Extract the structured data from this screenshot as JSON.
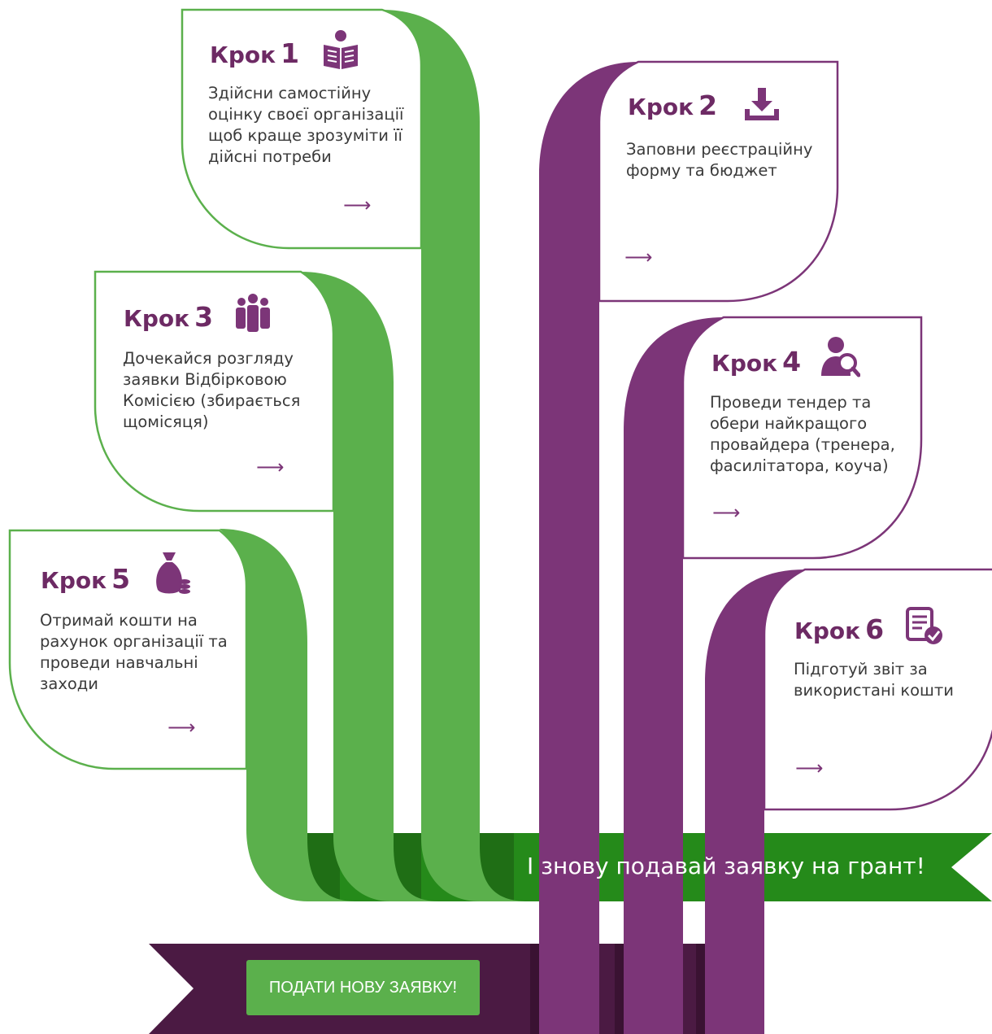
{
  "colors": {
    "green": "#5bb04c",
    "dark_green": "#2e8a1e",
    "purple": "#7c3578",
    "dark_purple": "#4b1a43",
    "title": "#6d2a64"
  },
  "steps": [
    {
      "word": "Крок",
      "number": "1",
      "icon": "book-reader-icon",
      "text": "Здійсни самостійну оцінку своєї організації щоб краще зрозуміти її дійсні потреби"
    },
    {
      "word": "Крок",
      "number": "2",
      "icon": "download-icon",
      "text": "Заповни реєстраційну форму та бюджет"
    },
    {
      "word": "Крок",
      "number": "3",
      "icon": "group-icon",
      "text": "Дочекайся розгляду заявки Відбірковою Комісією (збирається щомісяця)"
    },
    {
      "word": "Крок",
      "number": "4",
      "icon": "person-search-icon",
      "text": "Проведи тендер та обери найкращого провайдера (тренера, фасилітатора, коуча)"
    },
    {
      "word": "Крок",
      "number": "5",
      "icon": "money-bag-icon",
      "text": "Отримай кошти на рахунок організації та проведи навчальні заходи"
    },
    {
      "word": "Крок",
      "number": "6",
      "icon": "report-check-icon",
      "text": "Підготуй звіт за використані кошти"
    }
  ],
  "arrow_glyph": "⟶",
  "banner": {
    "text": "І знову подавай заявку на грант!"
  },
  "cta": {
    "label": "ПОДАТИ НОВУ ЗАЯВКУ!"
  }
}
